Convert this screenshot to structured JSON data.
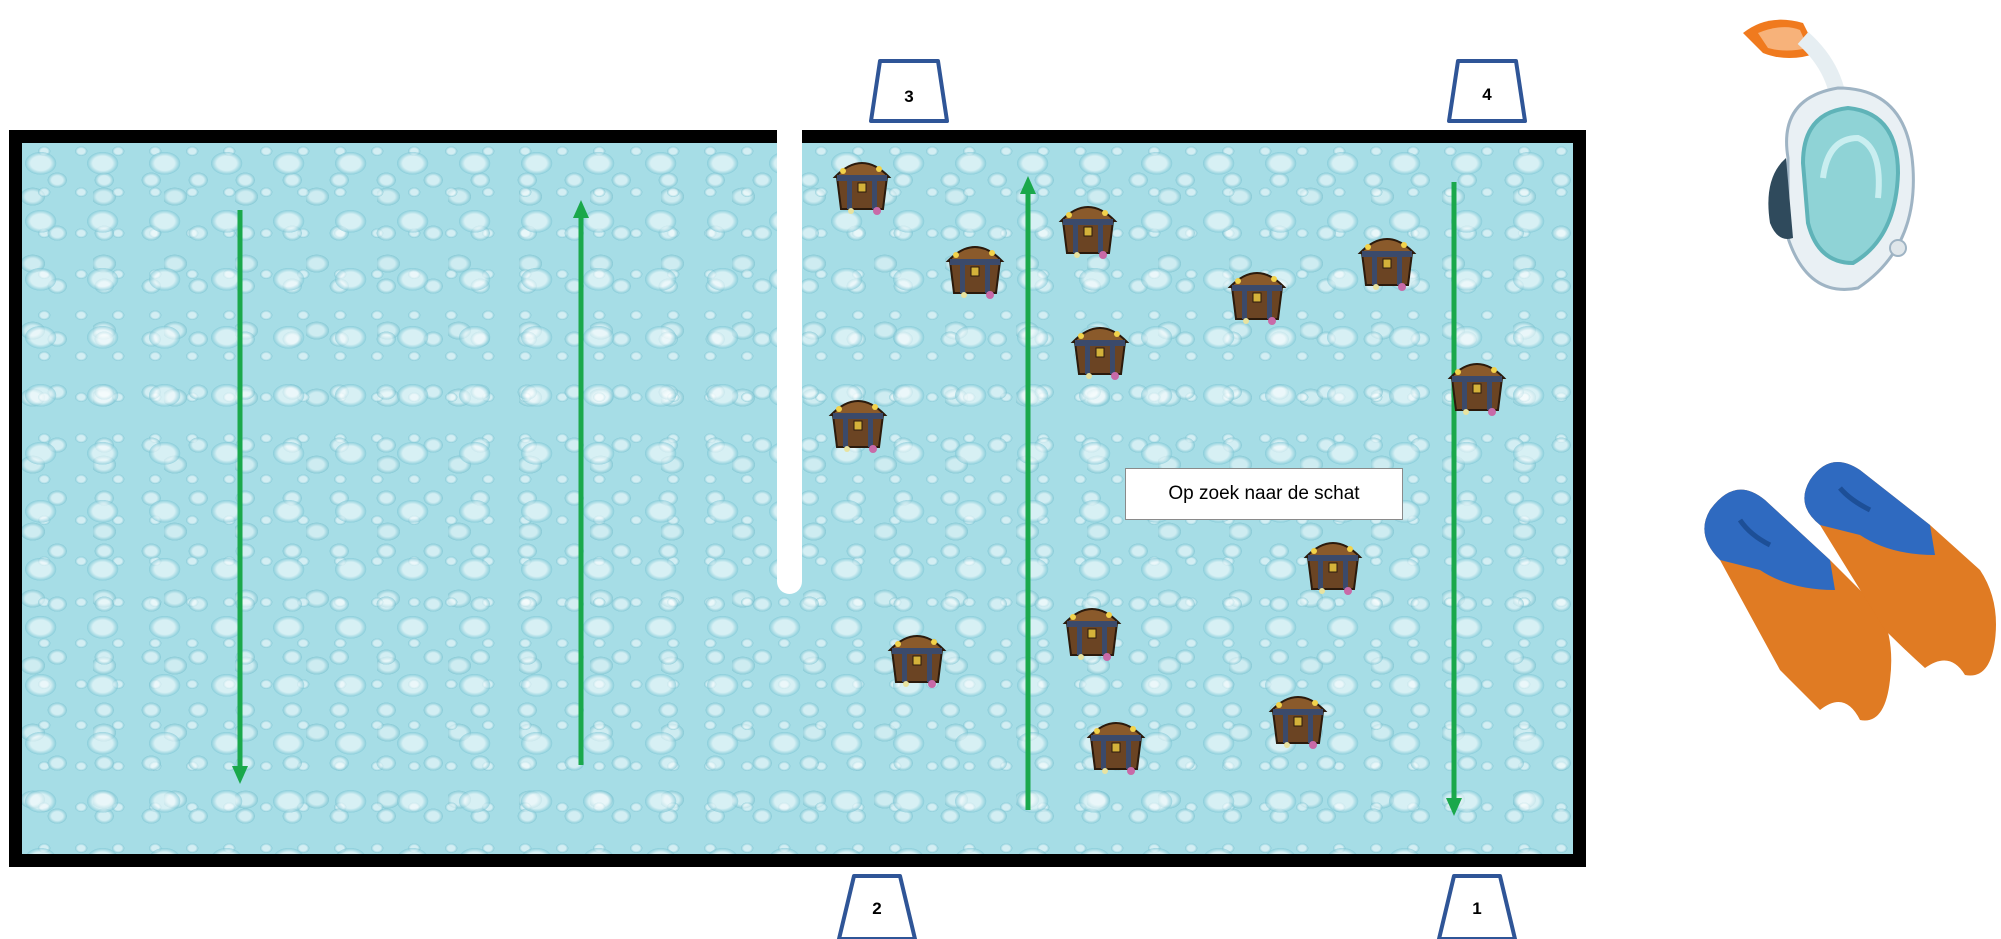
{
  "title": "Op zoek naar de schat",
  "markers": {
    "m1": "1",
    "m2": "2",
    "m3": "3",
    "m4": "4"
  },
  "icons": {
    "chest": "treasure-chest-icon",
    "mask": "snorkel-mask-icon",
    "fins": "swim-fins-icon",
    "lane_arrow": "arrow-icon"
  },
  "colors": {
    "water": "#a6dde6",
    "border": "#000000",
    "arrow": "#1aa84b",
    "marker_stroke": "#2f5597",
    "fin_blue": "#2f6ac0",
    "fin_orange": "#e07b23",
    "mask_orange": "#f07a1e",
    "mask_teal": "#8fd3d6"
  }
}
